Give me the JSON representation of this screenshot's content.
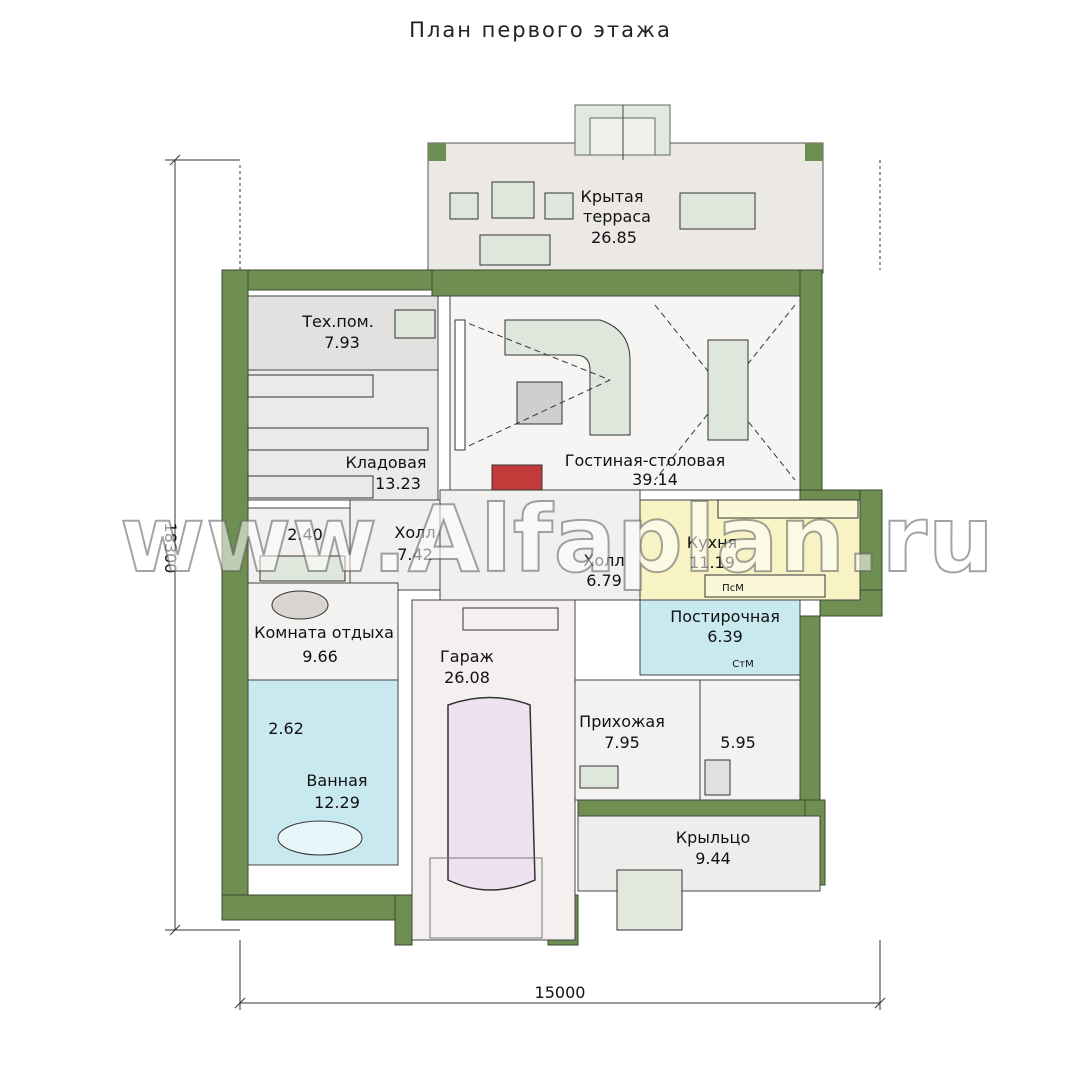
{
  "title": "План первого этажа",
  "watermark": "www.Alfaplan.ru",
  "dimensions": {
    "width": "15000",
    "height": "18300"
  },
  "rooms": {
    "terrace": {
      "name_line1": "Крытая",
      "name_line2": "терраса",
      "area": "26.85"
    },
    "tech": {
      "name": "Тех.пом.",
      "area": "7.93"
    },
    "pantry": {
      "name": "Кладовая",
      "area": "13.23"
    },
    "living": {
      "name": "Гостиная-столовая",
      "area": "39.14"
    },
    "wc": {
      "area": "2.40"
    },
    "hall1": {
      "name": "Холл",
      "area": "7.42"
    },
    "hall2": {
      "name": "Холл",
      "area": "6.79"
    },
    "kitchen": {
      "name": "Кухня",
      "area": "11.19"
    },
    "laundry": {
      "name": "Постирочная",
      "area": "6.39"
    },
    "rest": {
      "name": "Комната отдыха",
      "area": "9.66"
    },
    "garage": {
      "name": "Гараж",
      "area": "26.08"
    },
    "shower": {
      "area": "2.62"
    },
    "bath": {
      "name": "Ванная",
      "area": "12.29"
    },
    "entry": {
      "name": "Прихожая",
      "area": "7.95"
    },
    "closet": {
      "area": "5.95"
    },
    "porch": {
      "name": "Крыльцо",
      "area": "9.44"
    }
  },
  "appliance_labels": {
    "dishwasher": "ПсМ",
    "washer": "СтМ"
  },
  "colors": {
    "wall": "#6f8f52",
    "floor": "#f2f0ee",
    "terrace": "#ebe8e6",
    "kitchen": "#f7f3c4",
    "bath": "#c9e9f0",
    "laundry": "#c9e9f0",
    "furniture": "#dfe6dc"
  }
}
